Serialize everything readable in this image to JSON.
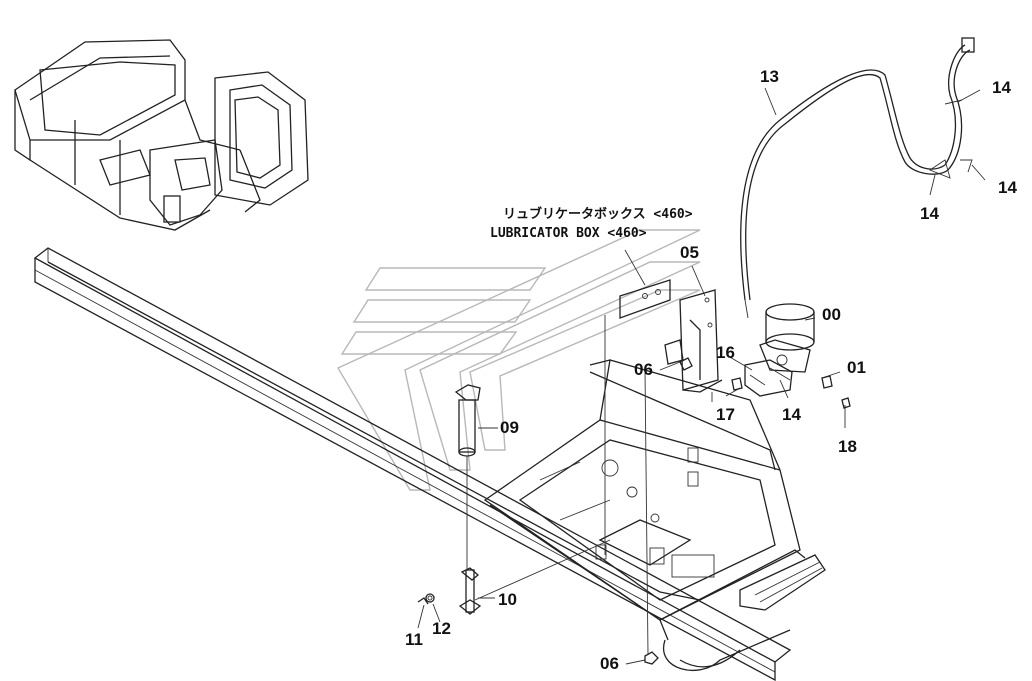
{
  "assembly": {
    "lubricator_box_jp": "リュブリケータボックス <460>",
    "lubricator_box_en": "LUBRICATOR BOX <460>"
  },
  "callouts": {
    "p00": "00",
    "p01": "01",
    "p05": "05",
    "p06_top": "06",
    "p06_bottom": "06",
    "p09": "09",
    "p10": "10",
    "p11": "11",
    "p12": "12",
    "p13": "13",
    "p14_a": "14",
    "p14_b": "14",
    "p14_c": "14",
    "p14_d": "14",
    "p16": "16",
    "p17": "17",
    "p18": "18"
  }
}
